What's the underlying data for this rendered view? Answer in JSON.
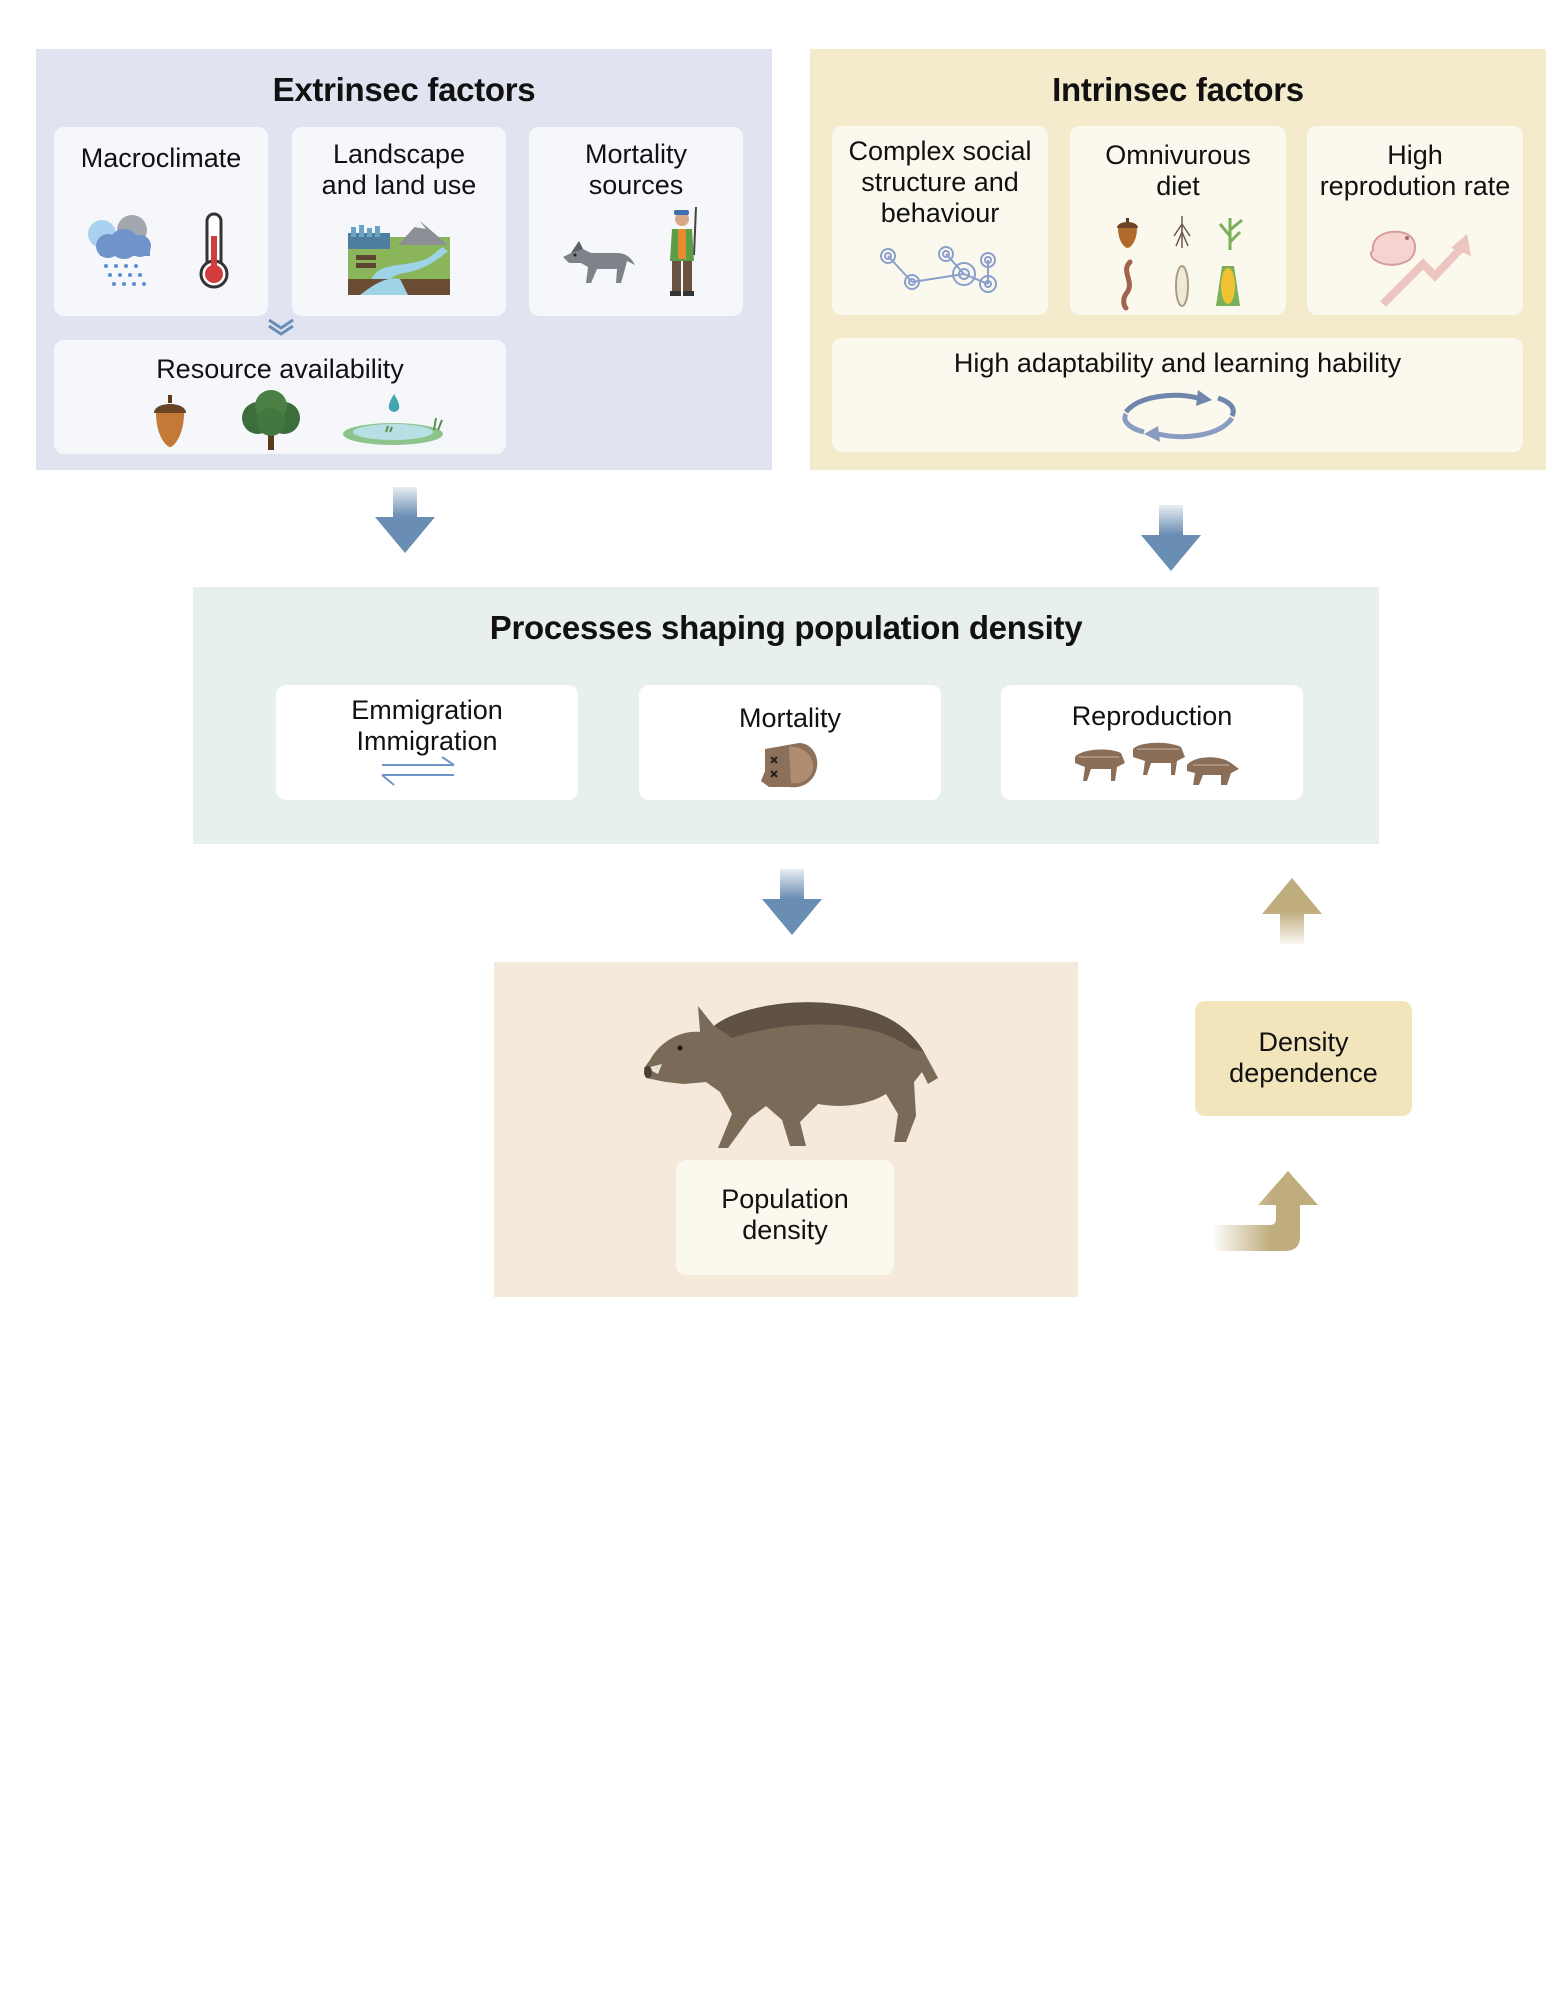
{
  "extrinsic": {
    "title": "Extrinsec factors",
    "cards": {
      "macroclimate": "Macroclimate",
      "landscape": "Landscape\nand land use",
      "mortality_sources": "Mortality\nsources",
      "resource": "Resource availability"
    }
  },
  "intrinsic": {
    "title": "Intrinsec factors",
    "cards": {
      "social": "Complex social\nstructure and\nbehaviour",
      "diet": "Omnivurous\ndiet",
      "reproduction_rate": "High\nreprodution rate",
      "adaptability": "High adaptability and learning hability"
    }
  },
  "processes": {
    "title": "Processes shaping population density",
    "cards": {
      "migration": "Emmigration\nImmigration",
      "mortality": "Mortality",
      "reproduction": "Reproduction"
    }
  },
  "outcome": {
    "population": "Population\ndensity",
    "density_dependence": "Density\ndependence"
  },
  "colors": {
    "extrinsic_bg": "#e0e4f0",
    "intrinsic_bg": "#f4ebcd",
    "processes_bg": "#e7efef",
    "population_bg": "#f5e9db",
    "density_dependence_bg": "#f3e5bb",
    "blue_arrow": "#6a8db3",
    "tan_arrow": "#c0ad7d"
  },
  "icons": [
    "cloud-rain-icon",
    "thermometer-icon",
    "landscape-icon",
    "wolf-icon",
    "hunter-icon",
    "acorn-icon",
    "tree-icon",
    "pond-icon",
    "chevron-down-icon",
    "social-network-icon",
    "diet-icon",
    "embryo-growth-icon",
    "cycle-arrows-icon",
    "exchange-arrows-icon",
    "dead-boar-icon",
    "piglets-icon",
    "wild-boar-illustration"
  ]
}
